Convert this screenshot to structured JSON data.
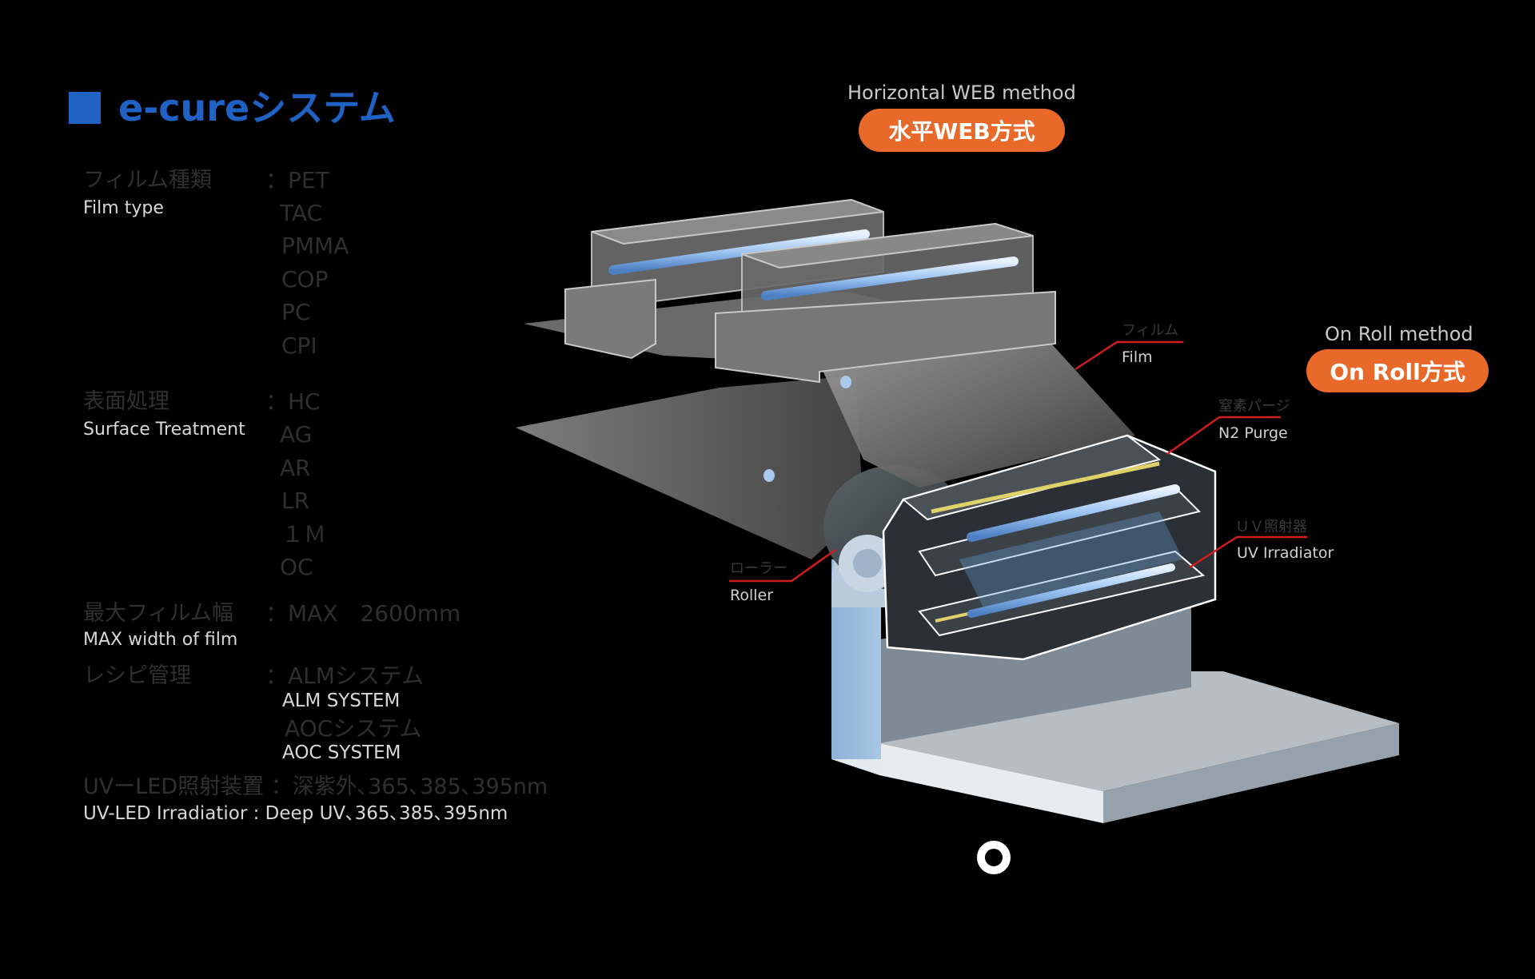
{
  "header": {
    "title": "e-cureシステム",
    "accent_color": "#1f62c4"
  },
  "specs": {
    "film_type": {
      "label_jp": "フィルム種類",
      "label_en": "Film type",
      "values": [
        "：PET",
        "TAC",
        "PMMA",
        "COP",
        "PC",
        "CPI"
      ]
    },
    "surface": {
      "label_jp": "表面処理",
      "label_en": "Surface Treatment",
      "values": [
        "：HC",
        "AG",
        "AR",
        "LR",
        "１Ｍ",
        "OC"
      ]
    },
    "max_width": {
      "label_jp": "最大フィルム幅",
      "label_en": "MAX width of film",
      "value": "：MAX　2600mm"
    },
    "recipe": {
      "label_jp": "レシピ管理",
      "values": [
        {
          "jp": "：ALMシステム",
          "en": "ALM SYSTEM"
        },
        {
          "jp": "AOCシステム",
          "en": "AOC SYSTEM"
        }
      ]
    },
    "uv_led": {
      "label_jp": "UVーLED照射装置 ：深紫外､365､385､395nm",
      "label_en": "UV-LED Irradiatior : Deep UV､365､385､395nm"
    }
  },
  "methods": {
    "horizontal": {
      "caption": "Horizontal WEB method",
      "pill": "水平WEB方式"
    },
    "on_roll": {
      "caption": "On Roll method",
      "pill": "On Roll方式"
    },
    "pill_color": "#e8692a"
  },
  "callouts": {
    "film": {
      "jp": "フィルム",
      "en": "Film"
    },
    "n2": {
      "jp": "窒素パージ",
      "en": "N2 Purge"
    },
    "uv": {
      "jp": "ＵＶ照射器",
      "en": "UV Irradiator"
    },
    "roller": {
      "jp": "ローラー",
      "en": "Roller"
    },
    "line_color": "#d01e1e"
  }
}
